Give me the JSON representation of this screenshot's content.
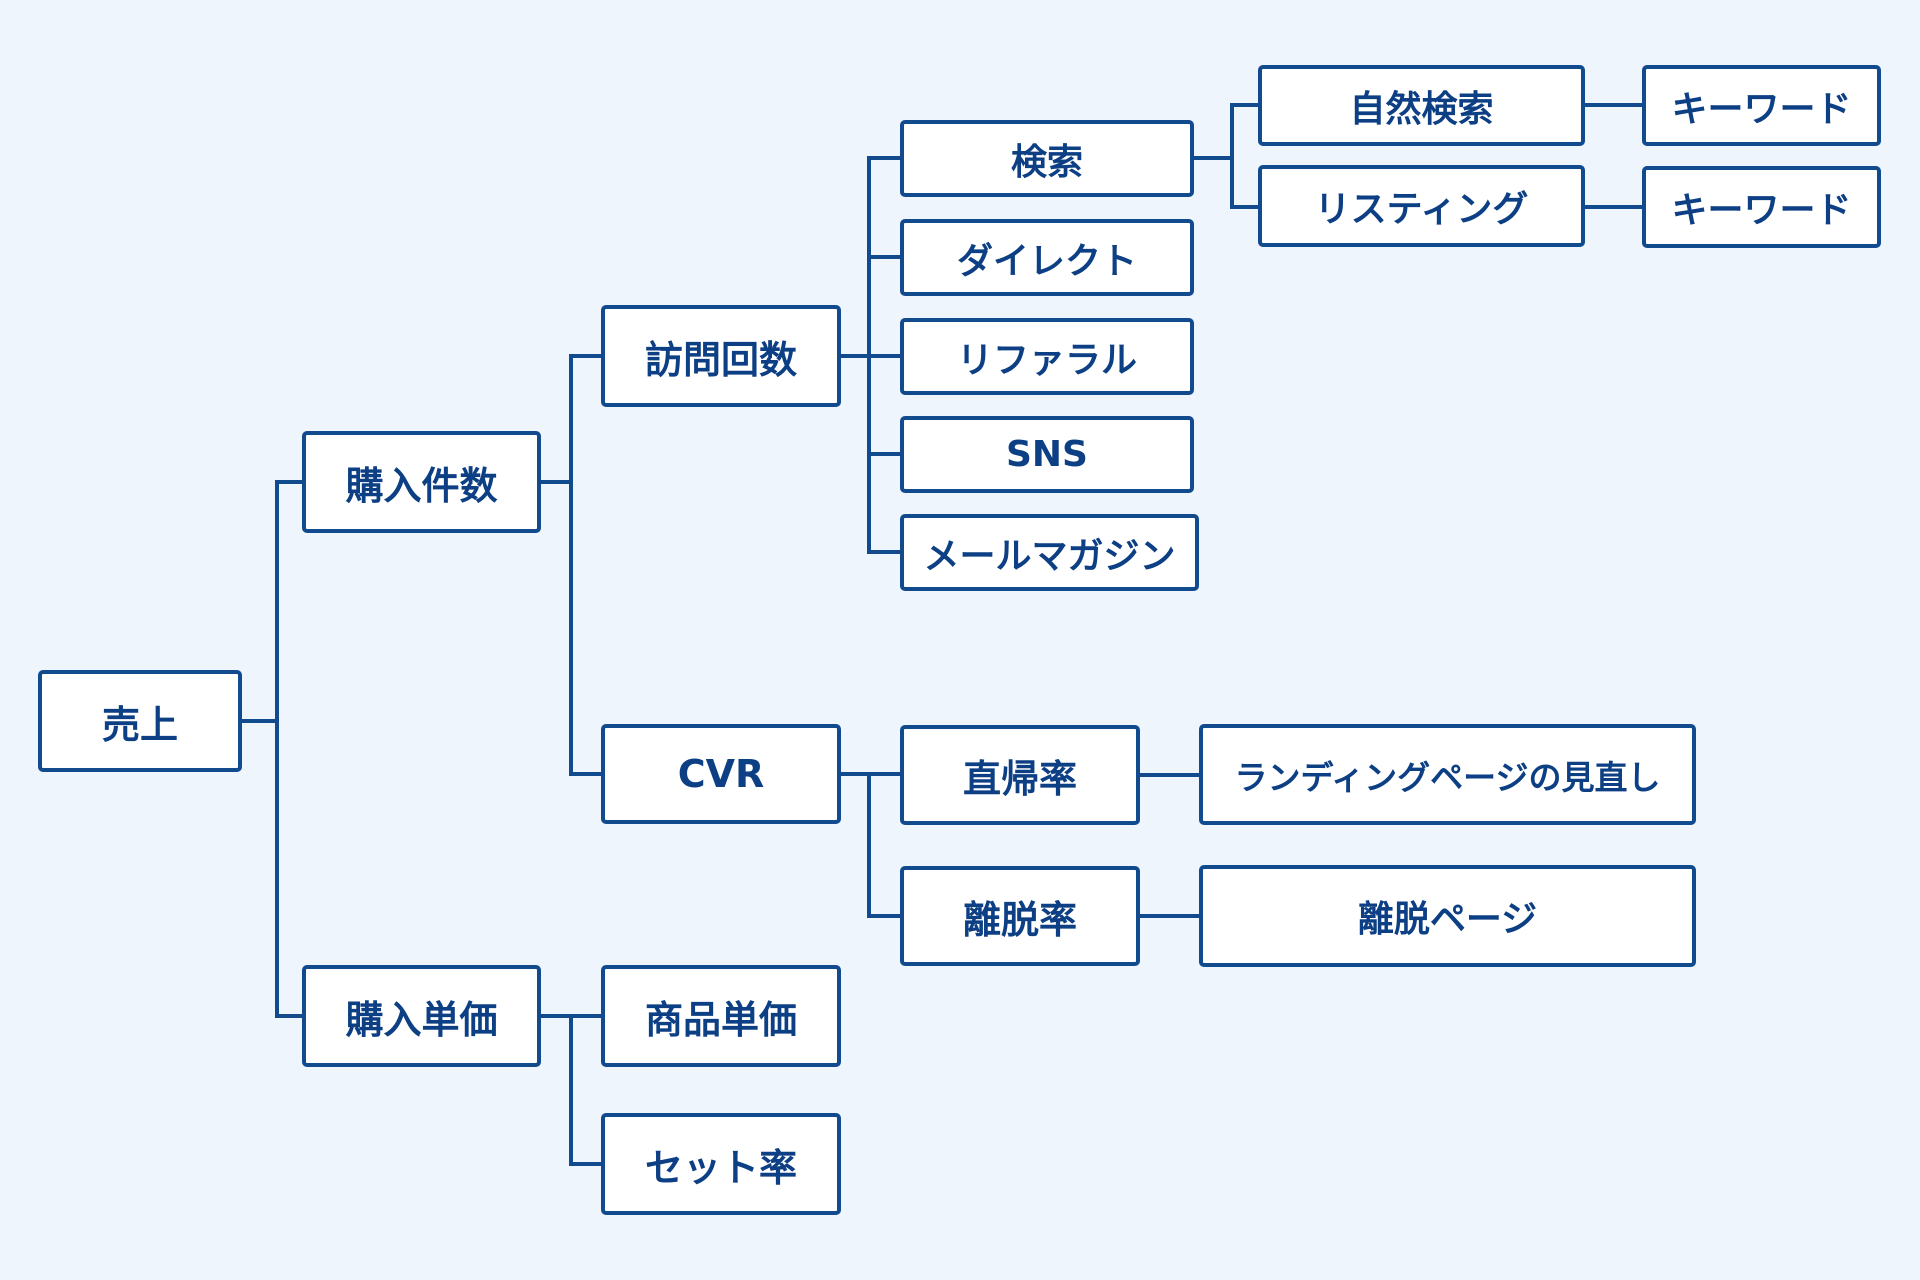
{
  "colors": {
    "background": "#eef5fd",
    "accent": "#124a8e",
    "text": "#0d3f84",
    "box_fill": "#ffffff"
  },
  "tree": {
    "label": "売上",
    "children": [
      {
        "label": "購入件数",
        "children": [
          {
            "label": "訪問回数",
            "children": [
              {
                "label": "検索",
                "children": [
                  {
                    "label": "自然検索",
                    "children": [
                      {
                        "label": "キーワード"
                      }
                    ]
                  },
                  {
                    "label": "リスティング",
                    "children": [
                      {
                        "label": "キーワード"
                      }
                    ]
                  }
                ]
              },
              {
                "label": "ダイレクト"
              },
              {
                "label": "リファラル"
              },
              {
                "label": "SNS"
              },
              {
                "label": "メールマガジン"
              }
            ]
          },
          {
            "label": "CVR",
            "children": [
              {
                "label": "直帰率",
                "children": [
                  {
                    "label": "ランディングページの見直し"
                  }
                ]
              },
              {
                "label": "離脱率",
                "children": [
                  {
                    "label": "離脱ページ"
                  }
                ]
              }
            ]
          }
        ]
      },
      {
        "label": "購入単価",
        "children": [
          {
            "label": "商品単価"
          },
          {
            "label": "セット率"
          }
        ]
      }
    ]
  }
}
